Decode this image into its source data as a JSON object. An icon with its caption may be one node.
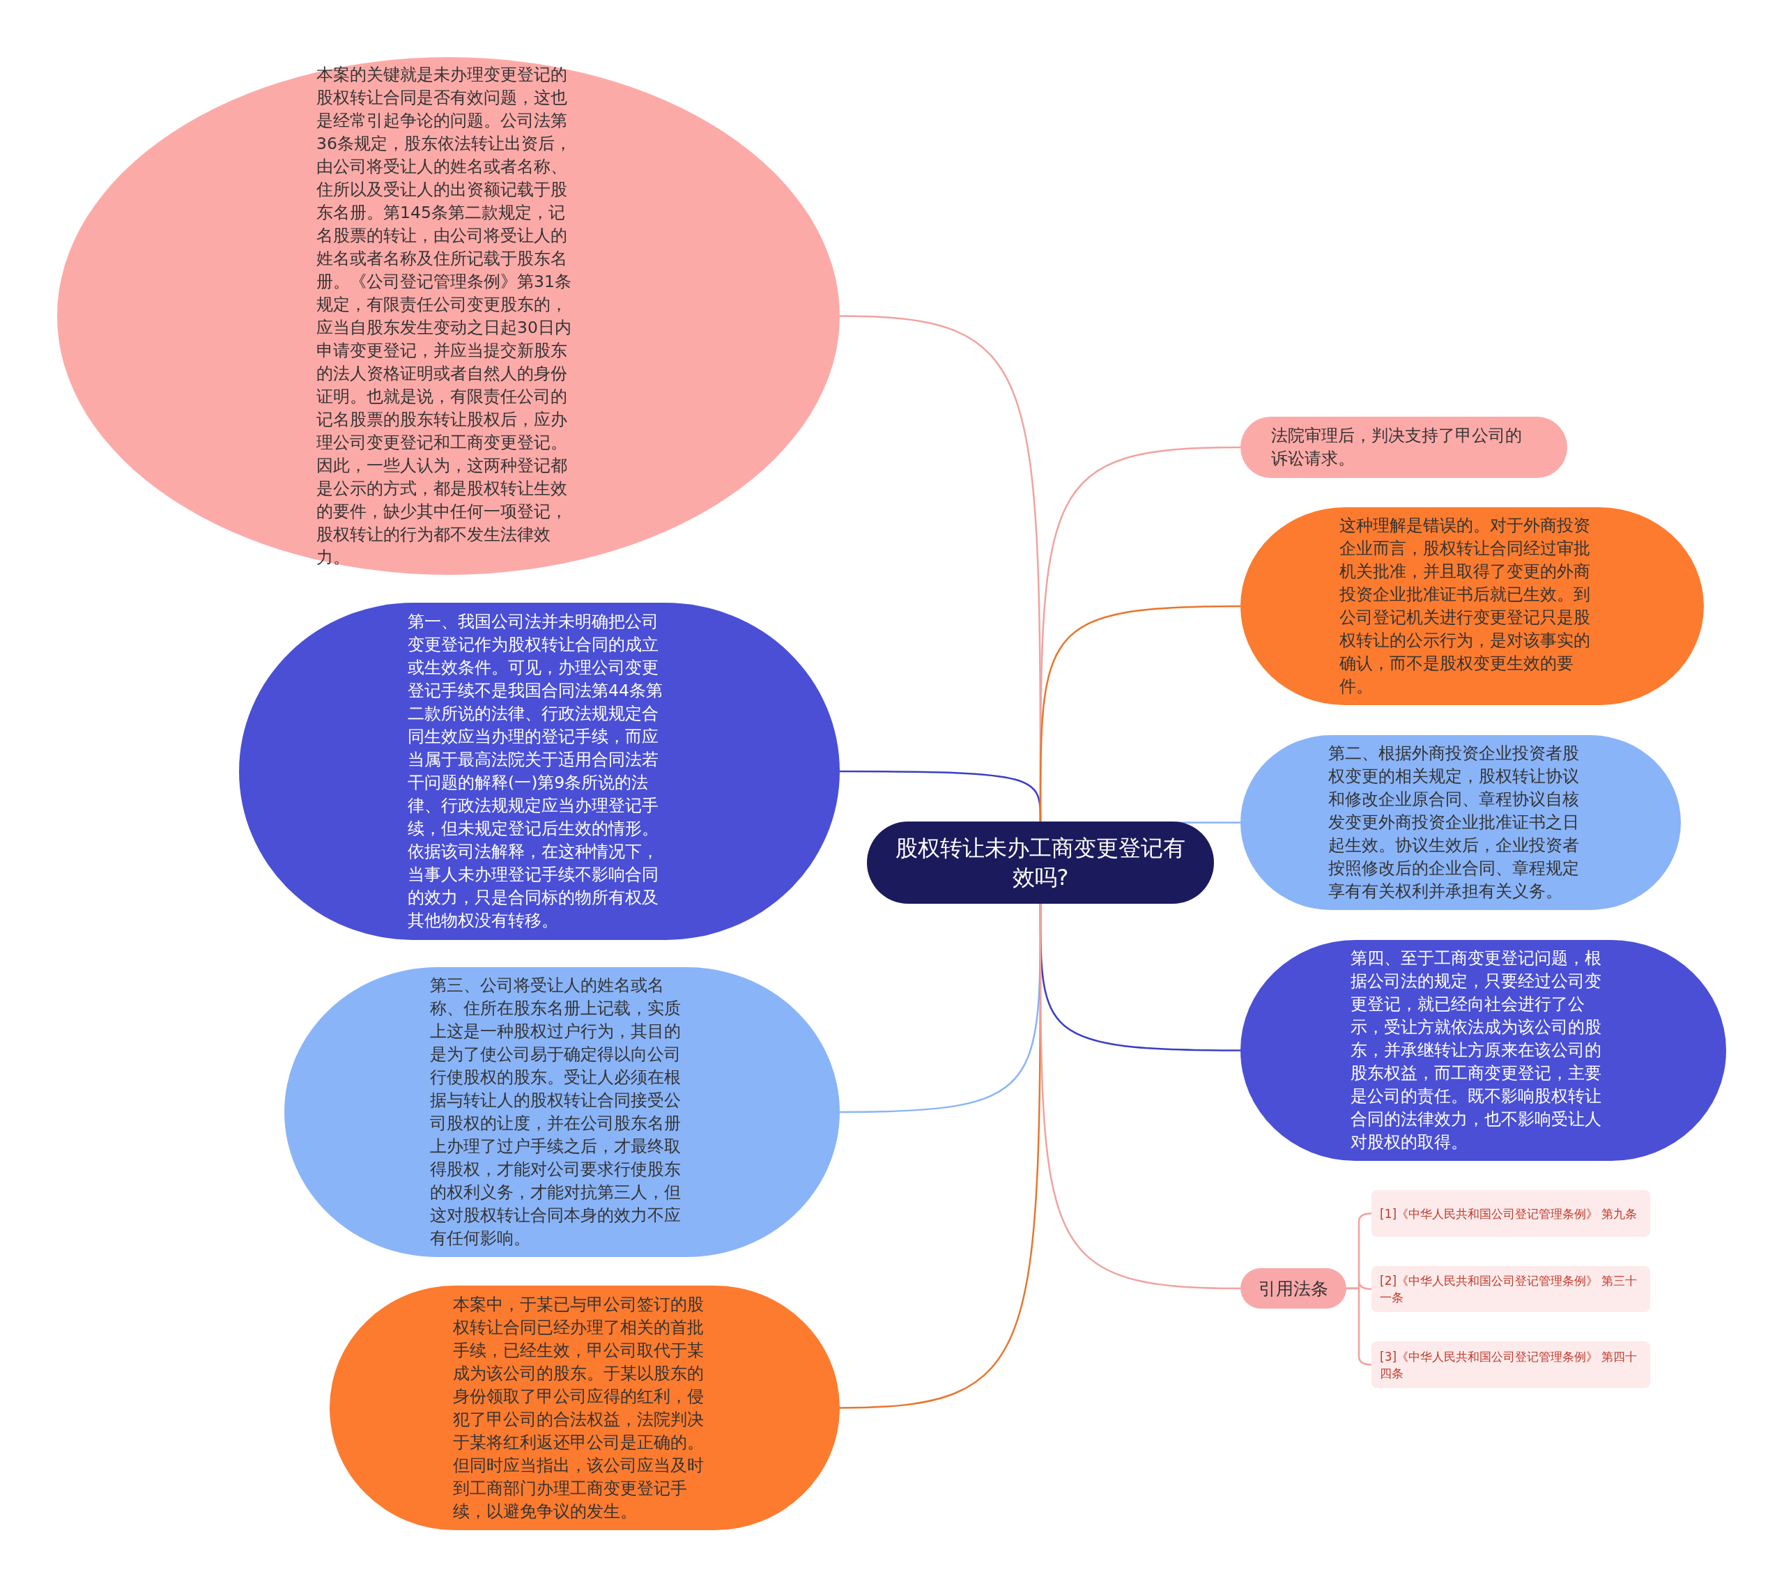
{
  "diagram": {
    "nodes": [
      {
        "text": [
          "股权转让未办工商变更登记有效吗?"
        ]
      },
      {
        "text": [
          "本案的关键就是未办理变更登记的股权转让合同是否有效问题，这也是经常引起争论的问题。公司法第36条规定，股东依法转让出资后，由公司将受让人的姓名或者名称、住所以及受让人的出资额记载于股东名册。第145条第二款规定，记名股票的转让，由公司将受让人的姓名或者名称及住所记载于股东名册。《公司登记管理条例》第31条规定，有限责任公司变更股东的，应当自股东发生变动之日起30日内申请变更登记，并应当提交新股东的法人资格证明或者自然人的身份证明。也就是说，有限责任公司的记名股票的股东转让股权后，应办理公司变更登记和工商变更登记。因此，一些人认为，这两种登记都是公示的方式，都是股权转让生效的要件，缺少其中任何一项登记，股权转让的行为都不发生法律效力。"
        ]
      },
      {
        "text": [
          "第一、我国公司法并未明确把公司变更登记作为股权转让合同的成立或生效条件。可见，办理公司变更登记手续不是我国合同法第44条第二款所说的法律、行政法规规定合同生效应当办理的登记手续，而应当属于最高法院关于适用合同法若干问题的解释(一)第9条所说的法律、行政法规规定应当办理登记手续，但未规定登记后生效的情形。依据该司法解释，在这种情况下，当事人未办理登记手续不影响合同的效力，只是合同标的物所有权及其他物权没有转移。"
        ]
      },
      {
        "text": [
          "第三、公司将受让人的姓名或名称、住所在股东名册上记载，实质上这是一种股权过户行为，其目的是为了使公司易于确定得以向公司行使股权的股东。受让人必须在根据与转让人的股权转让合同接受公司股权的让度，并在公司股东名册上办理了过户手续之后，才最终取得股权，才能对公司要求行使股东的权利义务，才能对抗第三人，但这对股权转让合同本身的效力不应有任何影响。"
        ]
      },
      {
        "text": [
          "本案中，于某已与甲公司签订的股权转让合同已经办理了相关的首批手续，已经生效，甲公司取代于某成为该公司的股东。于某以股东的身份领取了甲公司应得的红利，侵犯了甲公司的合法权益，法院判决于某将红利返还甲公司是正确的。但同时应当指出，该公司应当及时到工商部门办理工商变更登记手续，以避免争议的发生。"
        ]
      },
      {
        "text": [
          "法院审理后，判决支持了甲公司的诉讼请求。"
        ]
      },
      {
        "text": [
          "这种理解是错误的。对于外商投资企业而言，股权转让合同经过审批机关批准，并且取得了变更的外商投资企业批准证书后就已生效。到公司登记机关进行变更登记只是股权转让的公示行为，是对该事实的确认，而不是股权变更生效的要件。"
        ]
      },
      {
        "text": [
          "第二、根据外商投资企业投资者股权变更的相关规定，股权转让协议和修改企业原合同、章程协议自核发变更外商投资企业批准证书之日起生效。协议生效后，企业投资者按照修改后的企业合同、章程规定享有有关权利并承担有关义务。"
        ]
      },
      {
        "text": [
          "第四、至于工商变更登记问题，根据公司法的规定，只要经过公司变更登记，就已经向社会进行了公示，受让方就依法成为该公司的股东，并承继转让方原来在该公司的股东权益，而工商变更登记，主要是公司的责任。既不影响股权转让合同的法律效力，也不影响受让人对股权的取得。"
        ]
      },
      {
        "text": [
          "引用法条"
        ]
      },
      {
        "text": [
          "[1]《中华人民共和国公司登记管理条例》 第九条"
        ]
      },
      {
        "text": [
          "[2]《中华人民共和国公司登记管理条例》 第三十一条"
        ]
      },
      {
        "text": [
          "[3]《中华人民共和国公司登记管理条例》 第四十四条"
        ]
      }
    ],
    "edges": [
      {
        "from": 0,
        "to": 1,
        "arrow": "none",
        "color": "#f0a3a0"
      },
      {
        "from": 0,
        "to": 2,
        "arrow": "none",
        "color": "#3b3fc4"
      },
      {
        "from": 0,
        "to": 3,
        "arrow": "none",
        "color": "#8ab4f8"
      },
      {
        "from": 0,
        "to": 4,
        "arrow": "none",
        "color": "#e8762c"
      },
      {
        "from": 0,
        "to": 5,
        "arrow": "none",
        "color": "#f0a3a0"
      },
      {
        "from": 0,
        "to": 6,
        "arrow": "none",
        "color": "#e8762c"
      },
      {
        "from": 0,
        "to": 7,
        "arrow": "none",
        "color": "#8ab4f8"
      },
      {
        "from": 0,
        "to": 8,
        "arrow": "none",
        "color": "#3b3fc4"
      },
      {
        "from": 0,
        "to": 9,
        "arrow": "none",
        "color": "#f0a3a0"
      },
      {
        "from": 9,
        "to": 10,
        "arrow": "none",
        "color": "#f0a3a0"
      },
      {
        "from": 9,
        "to": 11,
        "arrow": "none",
        "color": "#f0a3a0"
      },
      {
        "from": 9,
        "to": 12,
        "arrow": "none",
        "color": "#f0a3a0"
      }
    ]
  }
}
